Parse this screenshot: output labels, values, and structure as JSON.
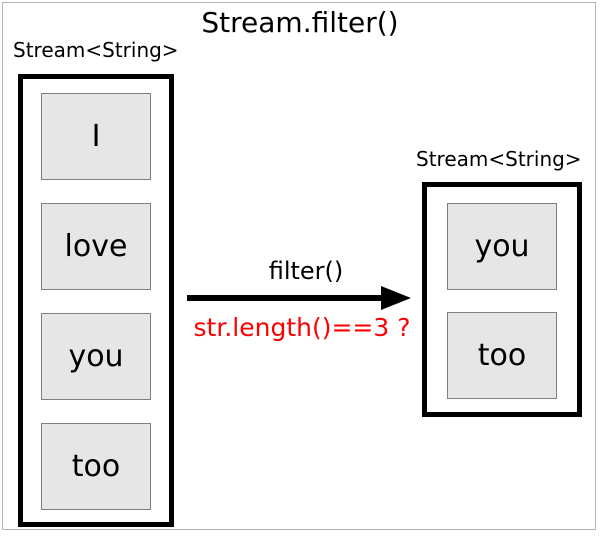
{
  "title": "Stream.filter()",
  "left_stream": {
    "type_label": "Stream<String>",
    "items": [
      "I",
      "love",
      "you",
      "too"
    ]
  },
  "right_stream": {
    "type_label": "Stream<String>",
    "items": [
      "you",
      "too"
    ]
  },
  "arrow": {
    "operation_label": "filter()",
    "predicate_label": "str.length()==3 ?"
  },
  "colors": {
    "background": "#ffffff",
    "text": "#000000",
    "predicate_text": "#ff0000",
    "item_fill": "#e6e6e6",
    "item_border": "#7f7f7f",
    "stream_box_border": "#000000",
    "canvas_border": "#b4b4b4",
    "arrow": "#000000"
  }
}
